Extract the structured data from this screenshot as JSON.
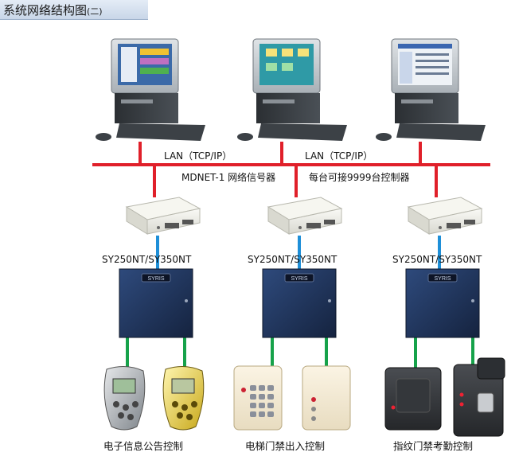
{
  "title": "系统网络结构图",
  "title_suffix": "(二)",
  "lan_labels": [
    "LAN（TCP/IP）",
    "LAN（TCP/IP）"
  ],
  "signal_label": "MDNET-1 网络信号器",
  "capacity_label": "每台可接9999台控制器",
  "controller_labels": [
    "SY250NT/SY350NT",
    "SY250NT/SY350NT",
    "SY250NT/SY350NT"
  ],
  "controller_brand": "SYRIS",
  "device_labels": [
    "电子信息公告控制",
    "电梯门禁出入控制",
    "指纹门禁考勤控制"
  ],
  "colors": {
    "lan": "#e0202a",
    "rs485": "#1e8fd8",
    "reader": "#16a24a",
    "controller": "#1d2f55"
  }
}
